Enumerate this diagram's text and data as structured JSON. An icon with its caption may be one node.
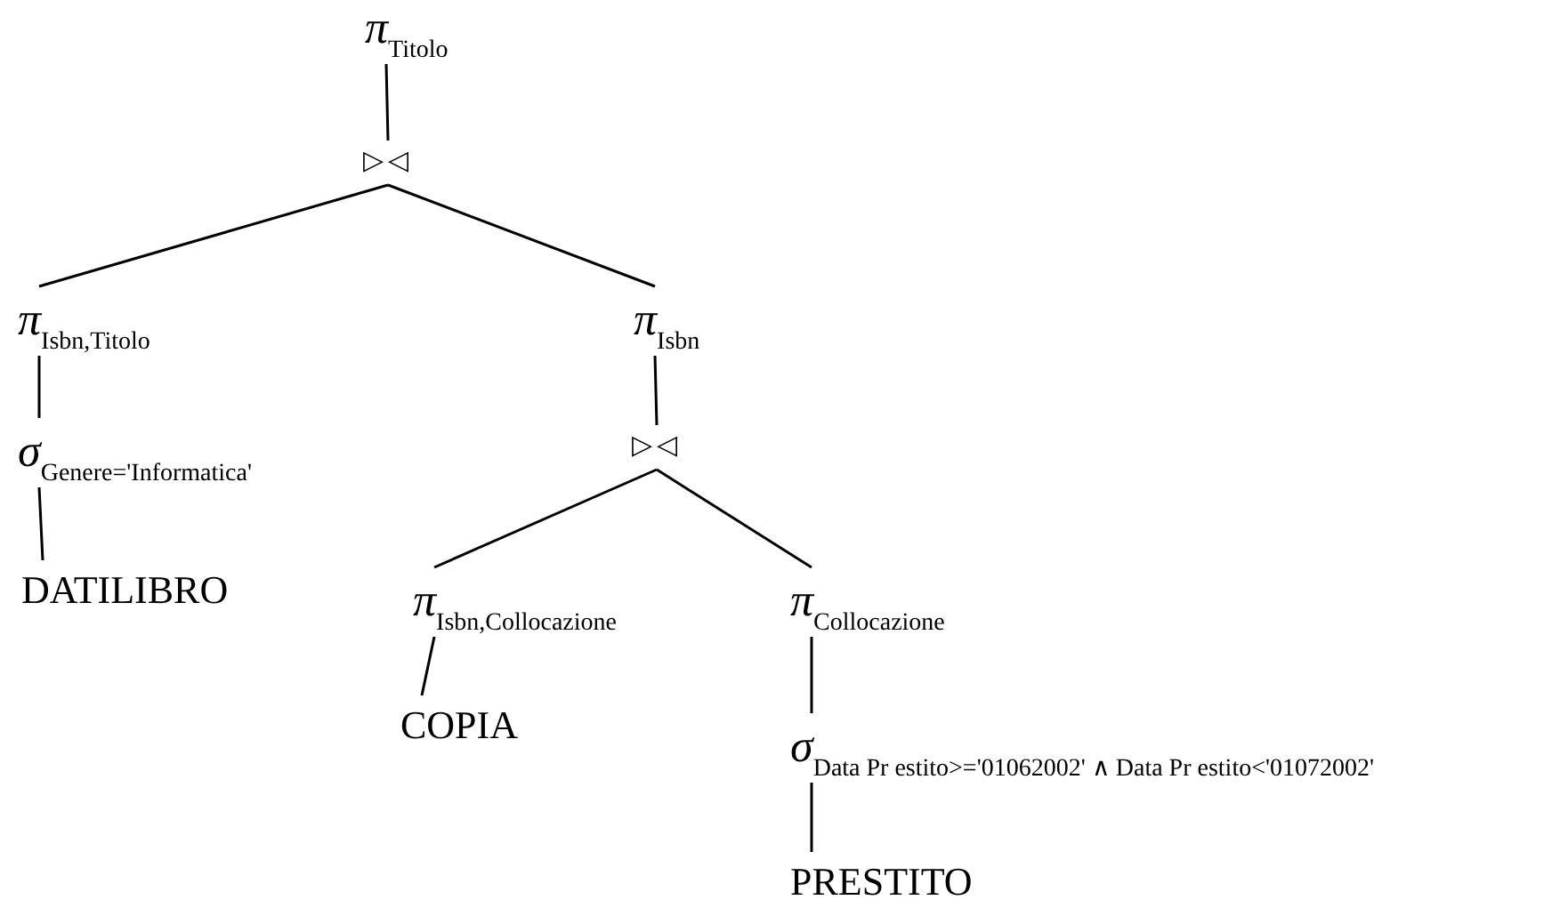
{
  "diagram": {
    "nodes": [
      {
        "text": [
          "π$_{Titolo}$"
        ]
      },
      {
        "text": [
          "▷◁"
        ]
      },
      {
        "text": [
          "π$_{Isbn,Titolo}$"
        ]
      },
      {
        "text": [
          "σ$_{Genere='Informatica'}$"
        ]
      },
      {
        "text": [
          "DATILIBRO"
        ]
      },
      {
        "text": [
          "π$_{Isbn}$"
        ]
      },
      {
        "text": [
          "▷◁"
        ]
      },
      {
        "text": [
          "π$_{Isbn,Collocazione}$"
        ]
      },
      {
        "text": [
          "COPIA"
        ]
      },
      {
        "text": [
          "π$_{Collocazione}$"
        ]
      },
      {
        "text": [
          "σ$_{Data Pr estito>='01062002' ∧ Data Pr estito<'01072002'}$"
        ]
      },
      {
        "text": [
          "PRESTITO"
        ]
      }
    ],
    "edges": [
      {
        "from": 0,
        "to": 1,
        "arrow": "none"
      },
      {
        "from": 1,
        "to": 2,
        "arrow": "none"
      },
      {
        "from": 1,
        "to": 5,
        "arrow": "none"
      },
      {
        "from": 2,
        "to": 3,
        "arrow": "none"
      },
      {
        "from": 3,
        "to": 4,
        "arrow": "none"
      },
      {
        "from": 5,
        "to": 6,
        "arrow": "none"
      },
      {
        "from": 6,
        "to": 7,
        "arrow": "none"
      },
      {
        "from": 6,
        "to": 9,
        "arrow": "none"
      },
      {
        "from": 7,
        "to": 8,
        "arrow": "none"
      },
      {
        "from": 9,
        "to": 10,
        "arrow": "none"
      },
      {
        "from": 10,
        "to": 11,
        "arrow": "none"
      }
    ]
  }
}
